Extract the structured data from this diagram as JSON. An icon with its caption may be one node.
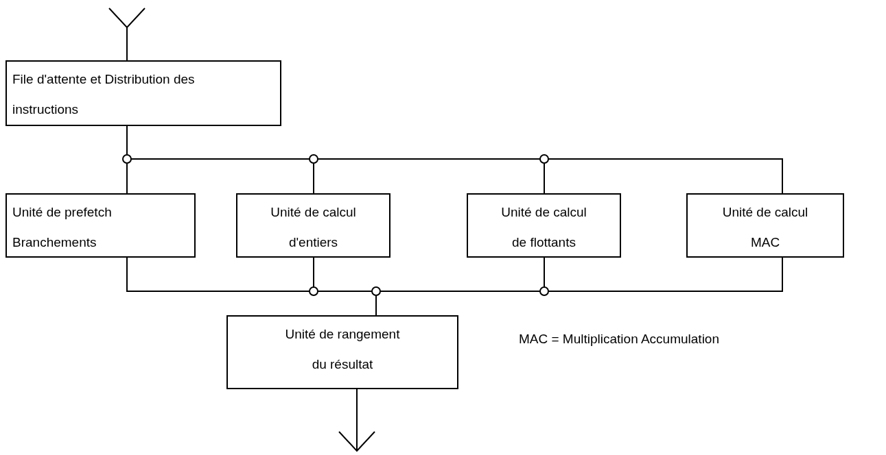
{
  "diagram": {
    "nodes": [
      {
        "text": [
          "File d'attente et Distribution des instructions"
        ]
      },
      {
        "text": [
          "Unité de prefetch Branchements"
        ]
      },
      {
        "text": [
          "Unité de calcul d'entiers"
        ]
      },
      {
        "text": [
          "Unité de calcul de flottants"
        ]
      },
      {
        "text": [
          "Unité de calcul MAC"
        ]
      },
      {
        "text": [
          "Unité de rangement du résultat"
        ]
      }
    ],
    "edges": [
      {
        "from": null,
        "to": 0,
        "arrow": "other"
      },
      {
        "from": 0,
        "to": 1,
        "arrow": "none"
      },
      {
        "from": 0,
        "to": 2,
        "arrow": "none"
      },
      {
        "from": 0,
        "to": 3,
        "arrow": "none"
      },
      {
        "from": 0,
        "to": 4,
        "arrow": "none"
      },
      {
        "from": 1,
        "to": 5,
        "arrow": "none"
      },
      {
        "from": 2,
        "to": 5,
        "arrow": "none"
      },
      {
        "from": 3,
        "to": 5,
        "arrow": "none"
      },
      {
        "from": 4,
        "to": 5,
        "arrow": "none"
      },
      {
        "from": 5,
        "to": null,
        "arrow": "to"
      }
    ],
    "labels": [
      "MAC = Multiplication Accumulation"
    ]
  }
}
